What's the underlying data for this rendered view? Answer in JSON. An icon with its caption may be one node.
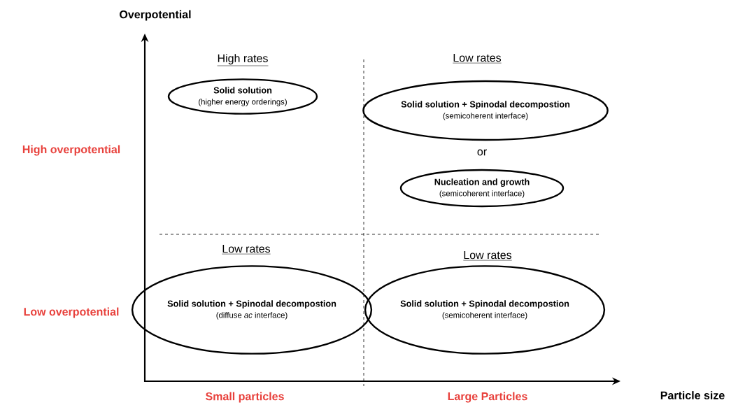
{
  "diagram": {
    "nodes": [
      {
        "text": [
          "Solid solution",
          "(higher energy orderings)"
        ]
      },
      {
        "text": [
          "Solid solution + Spinodal decompostion",
          "(semicoherent interface)"
        ]
      },
      {
        "text": [
          "Nucleation and growth",
          "(semicoherent interface)"
        ]
      },
      {
        "text": [
          "Solid solution + Spinodal decompostion",
          "(diffuse *ac* interface)"
        ]
      },
      {
        "text": [
          "Solid solution + Spinodal decompostion",
          "(semicoherent interface)"
        ]
      }
    ],
    "labels": [
      "Overpotential",
      "High rates",
      "Low rates",
      "High overpotential",
      "or",
      "Low rates",
      "Low rates",
      "Low overpotential",
      "Particle size",
      "Small particles",
      "Large Particles"
    ]
  }
}
